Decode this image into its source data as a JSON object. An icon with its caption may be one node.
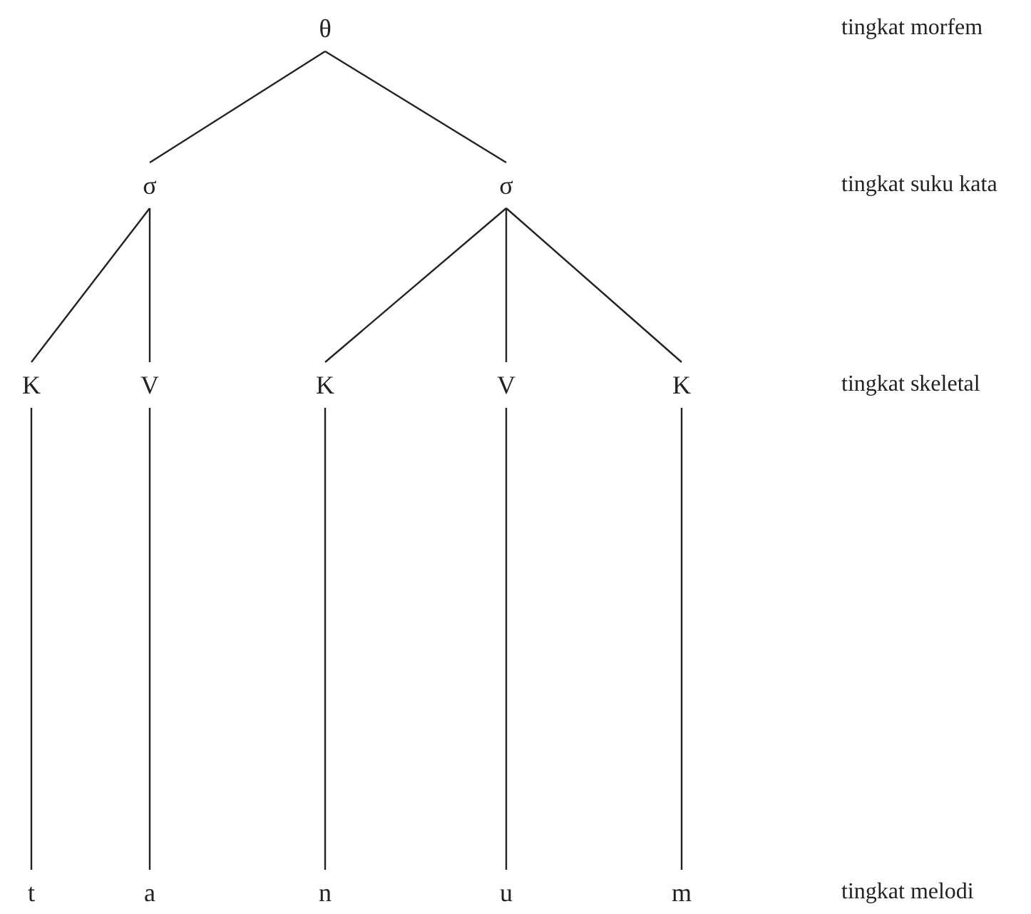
{
  "diagram": {
    "nodes": [
      {
        "text": [
          "θ"
        ]
      },
      {
        "text": [
          "σ"
        ]
      },
      {
        "text": [
          "σ"
        ]
      },
      {
        "text": [
          "K"
        ]
      },
      {
        "text": [
          "V"
        ]
      },
      {
        "text": [
          "K"
        ]
      },
      {
        "text": [
          "V"
        ]
      },
      {
        "text": [
          "K"
        ]
      },
      {
        "text": [
          "t"
        ]
      },
      {
        "text": [
          "a"
        ]
      },
      {
        "text": [
          "n"
        ]
      },
      {
        "text": [
          "u"
        ]
      },
      {
        "text": [
          "m"
        ]
      }
    ],
    "edges": [
      {
        "from": 0,
        "to": 1,
        "arrow": "none"
      },
      {
        "from": 0,
        "to": 2,
        "arrow": "none"
      },
      {
        "from": 1,
        "to": 3,
        "arrow": "none"
      },
      {
        "from": 1,
        "to": 4,
        "arrow": "none"
      },
      {
        "from": 2,
        "to": 5,
        "arrow": "none"
      },
      {
        "from": 2,
        "to": 6,
        "arrow": "none"
      },
      {
        "from": 2,
        "to": 7,
        "arrow": "none"
      },
      {
        "from": 3,
        "to": 8,
        "arrow": "none"
      },
      {
        "from": 4,
        "to": 9,
        "arrow": "none"
      },
      {
        "from": 5,
        "to": 10,
        "arrow": "none"
      },
      {
        "from": 6,
        "to": 11,
        "arrow": "none"
      },
      {
        "from": 7,
        "to": 12,
        "arrow": "none"
      }
    ],
    "labels": [
      "tingkat morfem",
      "tingkat suku kata",
      "tingkat skeletal",
      "tingkat melodi"
    ]
  }
}
